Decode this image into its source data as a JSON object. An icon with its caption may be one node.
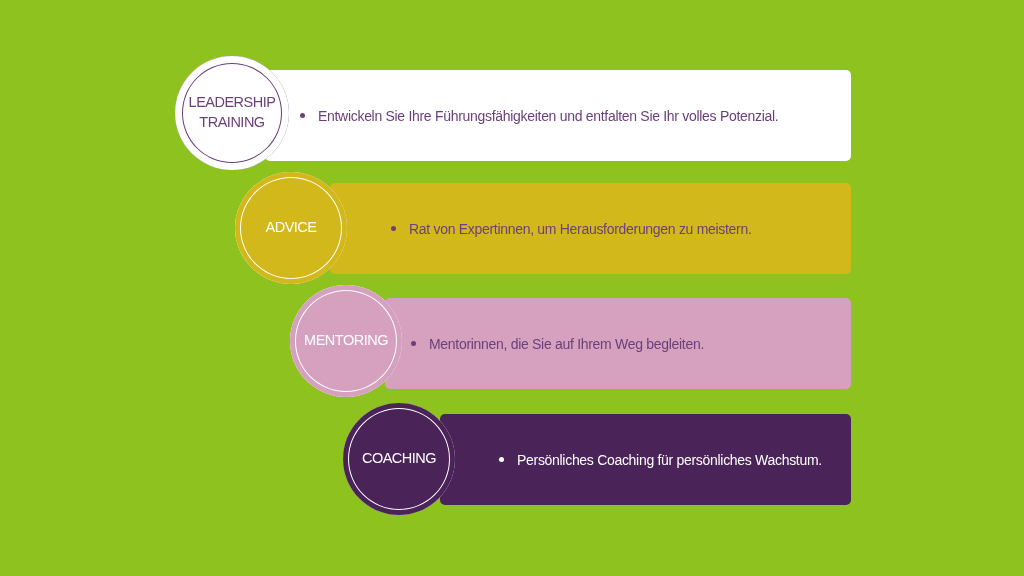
{
  "diagram": {
    "nodes": [
      {
        "text": [
          "LEADERSHIP TRAINING"
        ]
      },
      {
        "text": [
          "Entwickeln Sie Ihre Führungsfähigkeiten und entfalten Sie Ihr volles Potenzial."
        ]
      },
      {
        "text": [
          "ADVICE"
        ]
      },
      {
        "text": [
          "Rat von Expertinnen, um Herausforderungen zu meistern."
        ]
      },
      {
        "text": [
          "MENTORING"
        ]
      },
      {
        "text": [
          "Mentorinnen, die Sie auf Ihrem Weg begleiten."
        ]
      },
      {
        "text": [
          "COACHING"
        ]
      },
      {
        "text": [
          "Persönliches Coaching für persönliches Wachstum."
        ]
      }
    ]
  }
}
